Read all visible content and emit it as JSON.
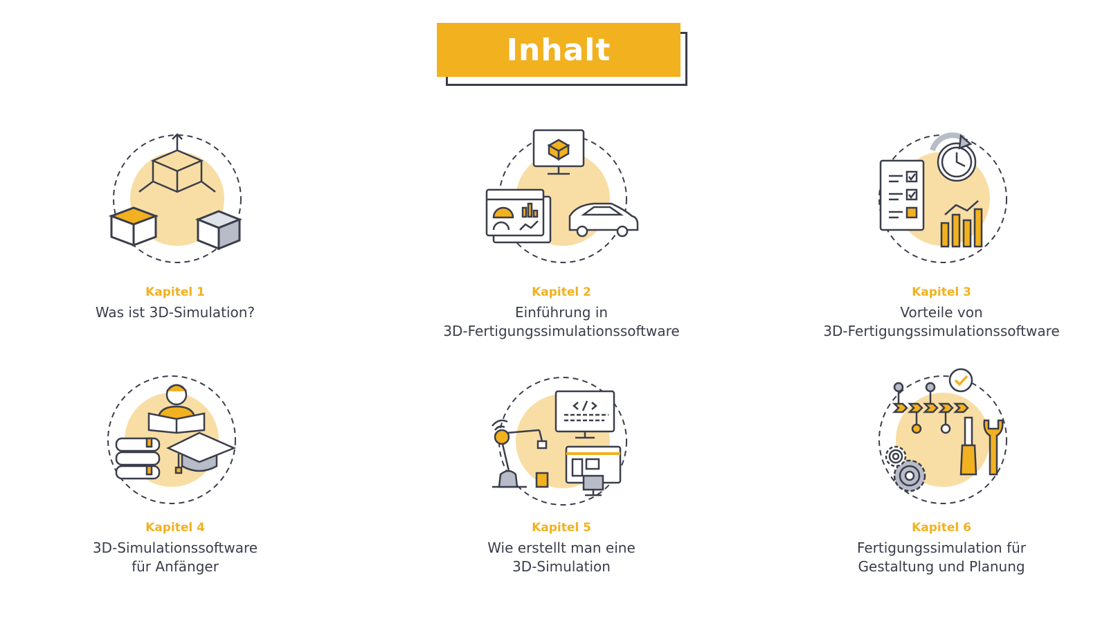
{
  "title": "Inhalt",
  "chapters": [
    {
      "label": "Kapitel 1",
      "lines": [
        "Was ist 3D-Simulation?"
      ],
      "icon": "3d-cubes-icon"
    },
    {
      "label": "Kapitel 2",
      "lines": [
        "Einführung in",
        "3D-Fertigungssimulationssoftware"
      ],
      "icon": "simulation-software-icon"
    },
    {
      "label": "Kapitel 3",
      "lines": [
        "Vorteile von",
        "3D-Fertigungssimulationssoftware"
      ],
      "icon": "benefits-icon"
    },
    {
      "label": "Kapitel 4",
      "lines": [
        "3D-Simulationssoftware",
        "für Anfänger"
      ],
      "icon": "learning-icon"
    },
    {
      "label": "Kapitel 5",
      "lines": [
        "Wie erstellt man eine",
        "3D-Simulation"
      ],
      "icon": "create-simulation-icon"
    },
    {
      "label": "Kapitel 6",
      "lines": [
        "Fertigungssimulation für",
        "Gestaltung und Planung"
      ],
      "icon": "design-planning-icon"
    }
  ],
  "colors": {
    "accent": "#f2b11f",
    "accent_light": "#f8dea4",
    "ink": "#3a3d4a",
    "grey": "#b8bcc8"
  }
}
